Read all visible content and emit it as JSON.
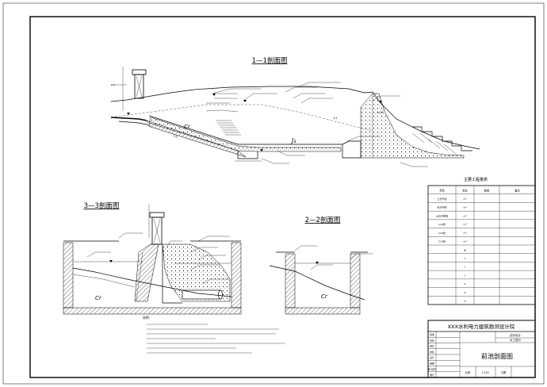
{
  "section_1_1": {
    "title": "1—1剖面图",
    "labels": {
      "rock_left": "Cr",
      "rock_right": "J₃",
      "slope_a": "1:2",
      "slope_b": "1:2",
      "slope_c": "1:0.5"
    }
  },
  "section_3_3": {
    "title": "3—3剖面图",
    "rock_label": "Cr"
  },
  "section_2_2": {
    "title": "2—2剖面图",
    "rock_label": "Cr"
  },
  "quantity_table": {
    "title": "主要工程量表",
    "headers": [
      "项目",
      "单位",
      "数量",
      "备注"
    ],
    "rows": [
      {
        "item": "土方开挖",
        "unit": "m³",
        "note": ""
      },
      {
        "item": "石方开挖",
        "unit": "m³",
        "note": ""
      },
      {
        "item": "土石方回填",
        "unit": "m³",
        "note": ""
      },
      {
        "item": "C20砼",
        "unit": "m³",
        "note": ""
      },
      {
        "item": "C20砼",
        "unit": "m³",
        "note": ""
      },
      {
        "item": "C15砼",
        "unit": "m³",
        "note": ""
      },
      {
        "item": "",
        "unit": "台",
        "note": ""
      },
      {
        "item": "",
        "unit": "t",
        "note": ""
      },
      {
        "item": "",
        "unit": "t",
        "note": ""
      },
      {
        "item": "",
        "unit": "t",
        "note": ""
      },
      {
        "item": "",
        "unit": "m",
        "note": ""
      },
      {
        "item": "",
        "unit": "m",
        "note": ""
      },
      {
        "item": "",
        "unit": "m",
        "note": ""
      }
    ]
  },
  "notes": {
    "heading": "说明："
  },
  "title_block": {
    "institute": "XXX水利电力建筑勘测设计院",
    "drawing_title": "前池剖面图",
    "stage": "初步设计",
    "discipline": "水工部分",
    "scale_label": "比例",
    "scale_value": "1:100",
    "date_label": "日期",
    "roles": [
      "批准",
      "核定",
      "审查",
      "校核",
      "设计",
      "制图",
      "设计证号",
      "图号"
    ]
  }
}
